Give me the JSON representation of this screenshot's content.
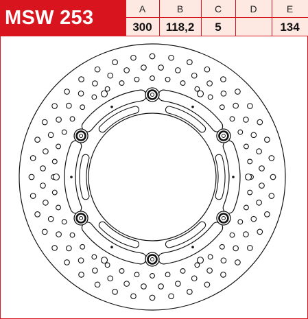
{
  "model": "MSW 253",
  "columns": [
    {
      "letter": "A",
      "value": "300"
    },
    {
      "letter": "B",
      "value": "118,2"
    },
    {
      "letter": "C",
      "value": "5"
    },
    {
      "letter": "D",
      "value": ""
    },
    {
      "letter": "E",
      "value": "134"
    }
  ],
  "colors": {
    "brand": "#d8141e",
    "table_bg": "#fde9e1",
    "line": "#111111"
  },
  "drawing": {
    "subject": "floating brake disc",
    "rivet_count": 6,
    "slot_count": 6,
    "drill_hole_rings": 4
  }
}
